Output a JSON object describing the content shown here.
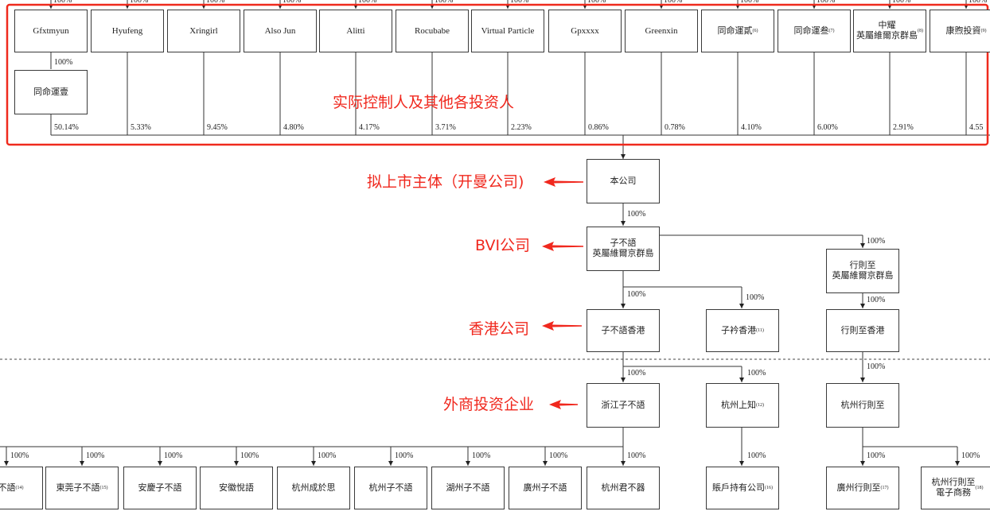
{
  "annotations": {
    "investors": "实际控制人及其他各投资人",
    "listing_entity": "拟上市主体（开曼公司)",
    "bvi": "BVI公司",
    "hk": "香港公司",
    "wfoe": "外商投资企业"
  },
  "investors": [
    {
      "name": "Gfxtmyun",
      "share": "50.14%"
    },
    {
      "name": "Hyufeng",
      "share": "5.33%"
    },
    {
      "name": "Xringirl",
      "share": "9.45%"
    },
    {
      "name": "Also Jun",
      "share": "4.80%"
    },
    {
      "name": "Alitti",
      "share": "4.17%"
    },
    {
      "name": "Rocubabe",
      "share": "3.71%"
    },
    {
      "name": "Virtual Particle",
      "share": "2.23%"
    },
    {
      "name": "Gpxxxx",
      "share": "0.86%"
    },
    {
      "name": "Greenxin",
      "share": "0.78%"
    },
    {
      "name": "同命運貳",
      "note": "(6)",
      "share": "4.10%"
    },
    {
      "name": "同命運叁",
      "note": "(7)",
      "share": "6.00%"
    },
    {
      "name": "中耀\n英屬維爾京群島",
      "note": "(8)",
      "share": "2.91%"
    },
    {
      "name": "康煦投資",
      "note": "(9)",
      "share": "4.55"
    }
  ],
  "top_pct": "100%",
  "tongming": {
    "name": "同命運壹",
    "pct": "100%"
  },
  "company": "本公司",
  "bvi_main": {
    "name": "子不語\n英屬維爾京群島",
    "pct_in": "100%"
  },
  "bvi_second": {
    "name": "行則至\n英屬維爾京群島",
    "pct_in": "100%"
  },
  "hk_main": {
    "name": "子不語香港",
    "pct_in": "100%"
  },
  "hk_second": {
    "name": "子衿香港",
    "note": "(11)",
    "pct_in": "100%"
  },
  "hk_third": {
    "name": "行則至香港",
    "pct_in": "100%"
  },
  "wfoe_main": {
    "name": "浙江子不語",
    "pct_in": "100%"
  },
  "wfoe_second": {
    "name": "杭州上知",
    "note": "(12)",
    "pct_in": "100%"
  },
  "wfoe_third": {
    "name": "杭州行則至",
    "pct_in": "100%"
  },
  "subsidiaries": [
    {
      "name": "子不語",
      "note": "(14)",
      "pct": "100%"
    },
    {
      "name": "東莞子不語",
      "note": "(15)",
      "pct": "100%"
    },
    {
      "name": "安慶子不語",
      "pct": "100%"
    },
    {
      "name": "安徽悅語",
      "pct": "100%"
    },
    {
      "name": "杭州成於思",
      "pct": "100%"
    },
    {
      "name": "杭州子不語",
      "pct": "100%"
    },
    {
      "name": "湖州子不語",
      "pct": "100%"
    },
    {
      "name": "廣州子不語",
      "pct": "100%"
    },
    {
      "name": "杭州君不器",
      "pct": "100%"
    }
  ],
  "zhanghu": {
    "name": "賬戶持有公司",
    "note": "(16)",
    "pct": "100%"
  },
  "guangzhou_xingzezhi": {
    "name": "廣州行則至",
    "note": "(17)",
    "pct": "100%"
  },
  "ecommerce": {
    "name": "杭州行則至\n電子商務",
    "note": "(18)",
    "pct": "100%"
  }
}
